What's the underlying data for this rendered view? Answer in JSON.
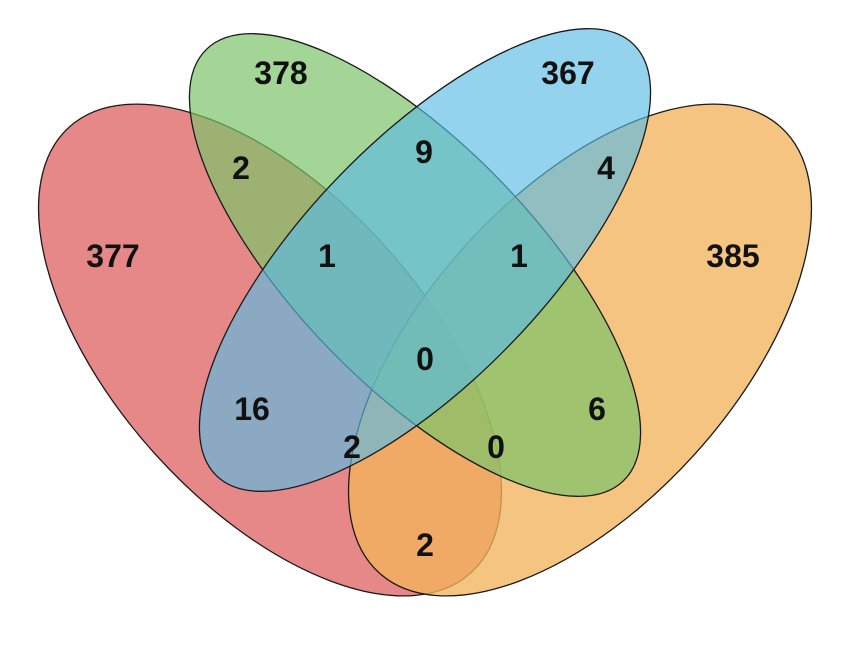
{
  "diagram": {
    "type": "venn-4",
    "sets": [
      {
        "id": "A",
        "color": "#E06666",
        "label": ""
      },
      {
        "id": "B",
        "color": "#7CC36A",
        "label": ""
      },
      {
        "id": "C",
        "color": "#5BBCE4",
        "label": ""
      },
      {
        "id": "D",
        "color": "#F2B45C",
        "label": ""
      }
    ],
    "regions": {
      "A_only": "377",
      "B_only": "378",
      "C_only": "367",
      "D_only": "385",
      "AB": "2",
      "BC": "9",
      "CD": "4",
      "AC": "16",
      "BD": "6",
      "AD": "2",
      "ABC": "1",
      "BCD": "1",
      "ACD": "2",
      "ABD": "0",
      "ABCD": "0"
    }
  }
}
